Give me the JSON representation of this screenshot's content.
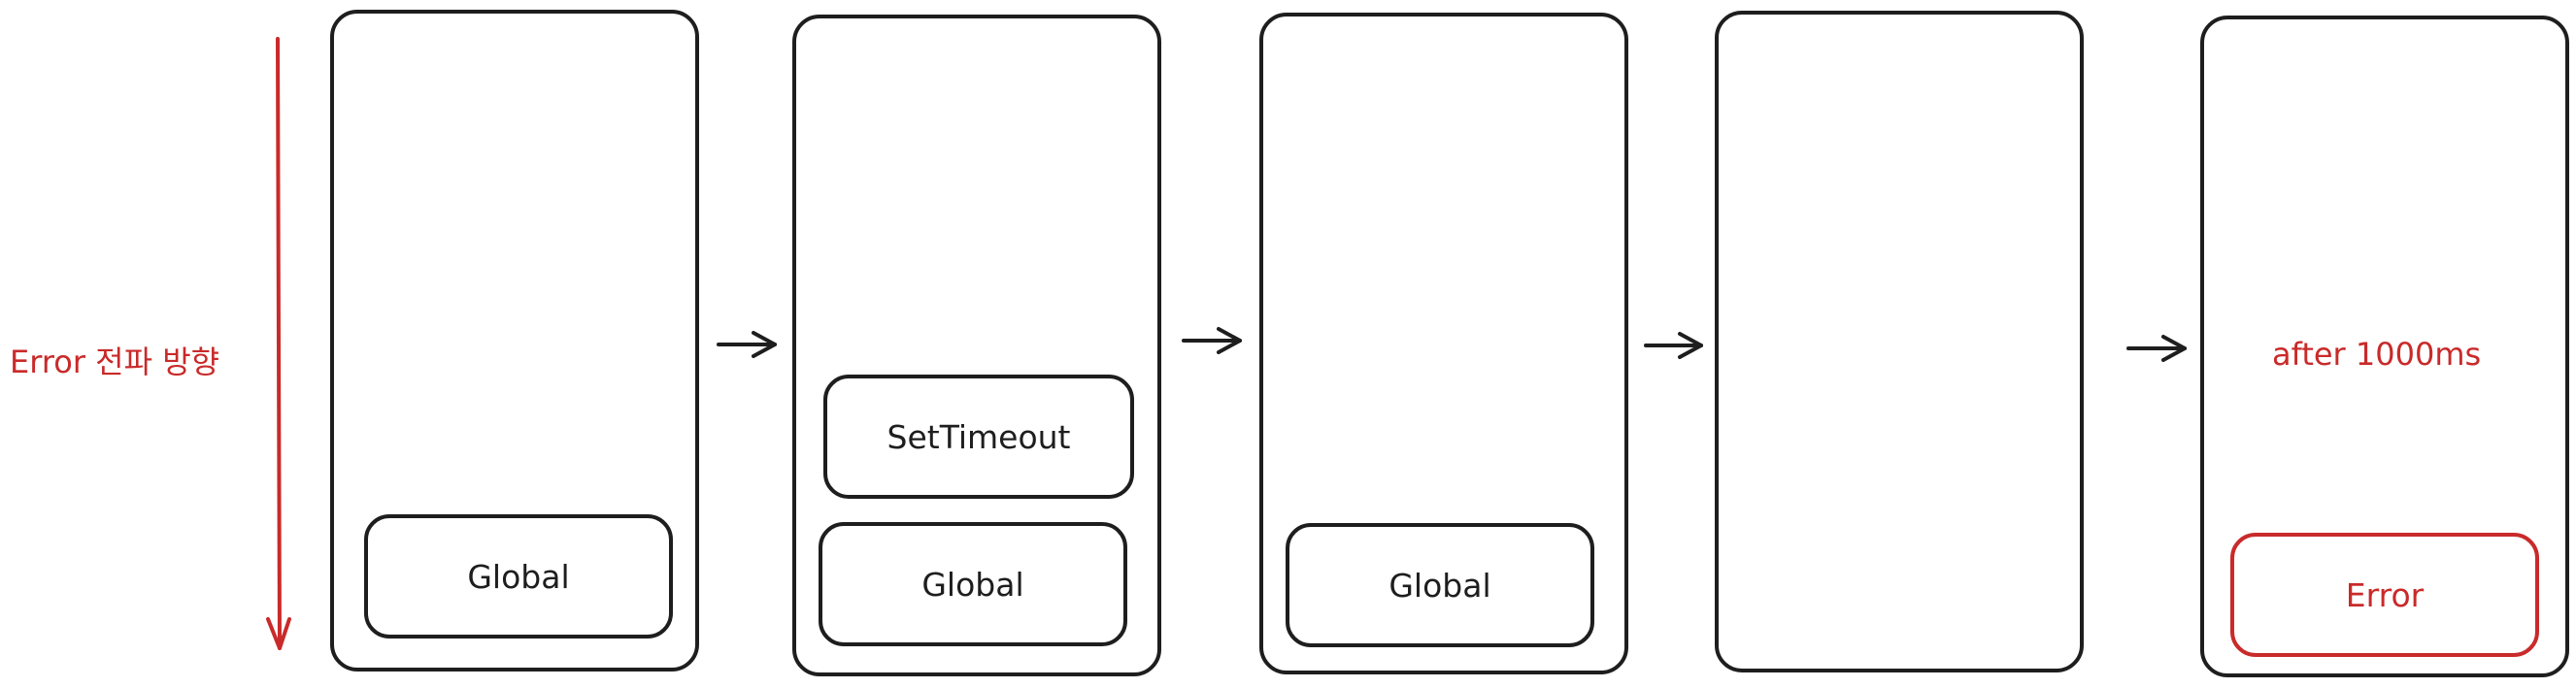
{
  "colors": {
    "stroke": "#1e1e1e",
    "accent": "#c92a2a"
  },
  "direction_label": "Error 전파 방향",
  "stacks": [
    {
      "boxes": [
        "Global"
      ]
    },
    {
      "boxes": [
        "SetTimeout",
        "Global"
      ]
    },
    {
      "boxes": [
        "Global"
      ]
    },
    {
      "boxes": []
    },
    {
      "caption": "after 1000ms",
      "boxes": [
        "Error"
      ]
    }
  ]
}
